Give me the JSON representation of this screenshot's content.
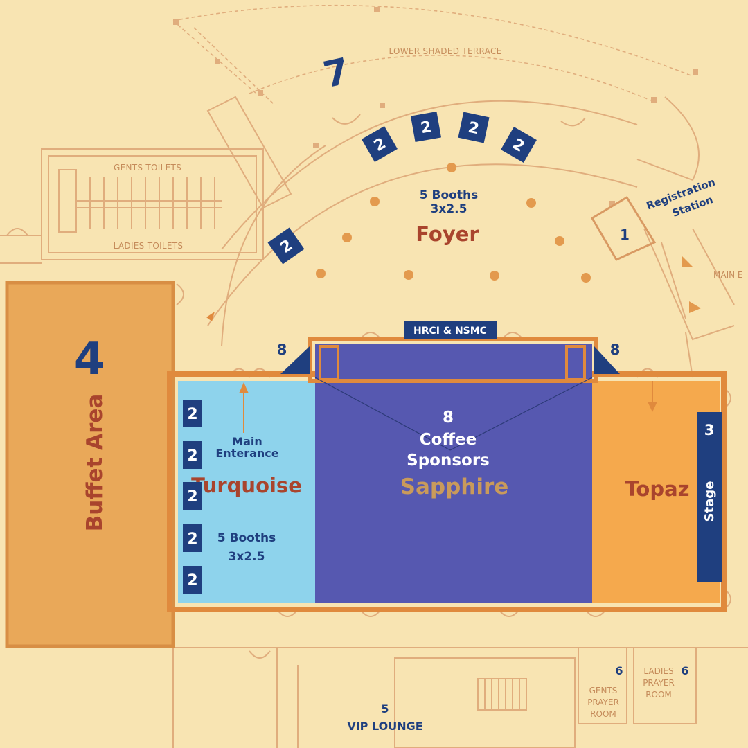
{
  "terrace_label": "LOWER SHADED TERRACE",
  "zone_7": "7",
  "foyer": {
    "booth_count": "5 Booths",
    "booth_size": "3x2.5",
    "name": "Foyer",
    "badges": [
      "2",
      "2",
      "2",
      "2",
      "2"
    ]
  },
  "registration": {
    "number": "1",
    "line1": "Registration",
    "line2": "Station"
  },
  "main_entrance_partial": "MAIN E",
  "toilets": {
    "gents": "GENTS TOILETS",
    "ladies": "LADIES TOILETS"
  },
  "buffet": {
    "number": "4",
    "name": "Buffet Area"
  },
  "hrci_label": "HRCI & NSMC",
  "corner_8_left": "8",
  "corner_8_right": "8",
  "turquoise": {
    "name": "Turquoise",
    "entrance_line1": "Main",
    "entrance_line2": "Enterance",
    "booth_count": "5 Booths",
    "booth_size": "3x2.5",
    "badges": [
      "2",
      "2",
      "2",
      "2",
      "2"
    ]
  },
  "sapphire": {
    "number": "8",
    "line1": "Coffee",
    "line2": "Sponsors",
    "name": "Sapphire"
  },
  "topaz": {
    "name": "Topaz"
  },
  "stage": {
    "number": "3",
    "label": "Stage"
  },
  "vip": {
    "number": "5",
    "label": "VIP LOUNGE"
  },
  "prayer": {
    "gents_number": "6",
    "gents_line1": "GENTS",
    "gents_line2": "PRAYER",
    "gents_line3": "ROOM",
    "ladies_number": "6",
    "ladies_line1": "LADIES",
    "ladies_line2": "PRAYER",
    "ladies_line3": "ROOM"
  },
  "colors": {
    "background": "#f8e4b2",
    "navy": "#1f3f7f",
    "sapphire": "#5658b0",
    "turquoise": "#8ed3ec",
    "topaz": "#f5a94d",
    "buffet": "#e9a859",
    "room_text": "#a9442d"
  }
}
